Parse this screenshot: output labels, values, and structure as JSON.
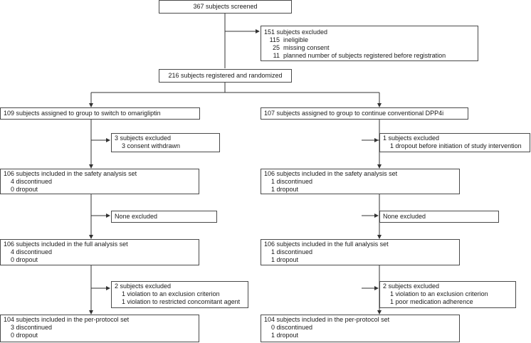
{
  "screened": {
    "title": "367 subjects screened"
  },
  "excluded_initial": {
    "title": "151 subjects excluded",
    "items": [
      {
        "n": "115",
        "text": "ineligible"
      },
      {
        "n": "25",
        "text": "missing consent"
      },
      {
        "n": "11",
        "text": "planned number of subjects registered before registration"
      }
    ]
  },
  "randomized": {
    "title": "216 subjects registered and randomized"
  },
  "left": {
    "assigned": "109 subjects assigned to group to switch to omarigliptin",
    "excl1": {
      "title": "3 subjects excluded",
      "lines": [
        "3 consent withdrawn"
      ]
    },
    "safety": {
      "title": "106 subjects included in the safety analysis set",
      "lines": [
        "4 discontinued",
        "0 dropout"
      ]
    },
    "excl2": {
      "title": "None excluded"
    },
    "full": {
      "title": "106 subjects included in the full analysis set",
      "lines": [
        "4 discontinued",
        "0 dropout"
      ]
    },
    "excl3": {
      "title": "2 subjects excluded",
      "lines": [
        "1 violation to an exclusion criterion",
        "1 violation to restricted concomitant agent"
      ]
    },
    "pp": {
      "title": "104 subjects included in the per-protocol set",
      "lines": [
        "3 discontinued",
        "0 dropout"
      ]
    }
  },
  "right": {
    "assigned": "107 subjects assigned to group to continue conventional DPP4i",
    "excl1": {
      "title": "1 subjects excluded",
      "lines": [
        "1 dropout before initiation of study intervention"
      ]
    },
    "safety": {
      "title": "106 subjects included in the safety analysis set",
      "lines": [
        "1 discontinued",
        "1 dropout"
      ]
    },
    "excl2": {
      "title": "None excluded"
    },
    "full": {
      "title": "106 subjects included in the full analysis set",
      "lines": [
        "1 discontinued",
        "1 dropout"
      ]
    },
    "excl3": {
      "title": "2 subjects excluded",
      "lines": [
        "1 violation to an exclusion criterion",
        "1 poor medication adherence"
      ]
    },
    "pp": {
      "title": "104 subjects included in the per-protocol set",
      "lines": [
        "0 discontinued",
        "1 dropout"
      ]
    }
  }
}
